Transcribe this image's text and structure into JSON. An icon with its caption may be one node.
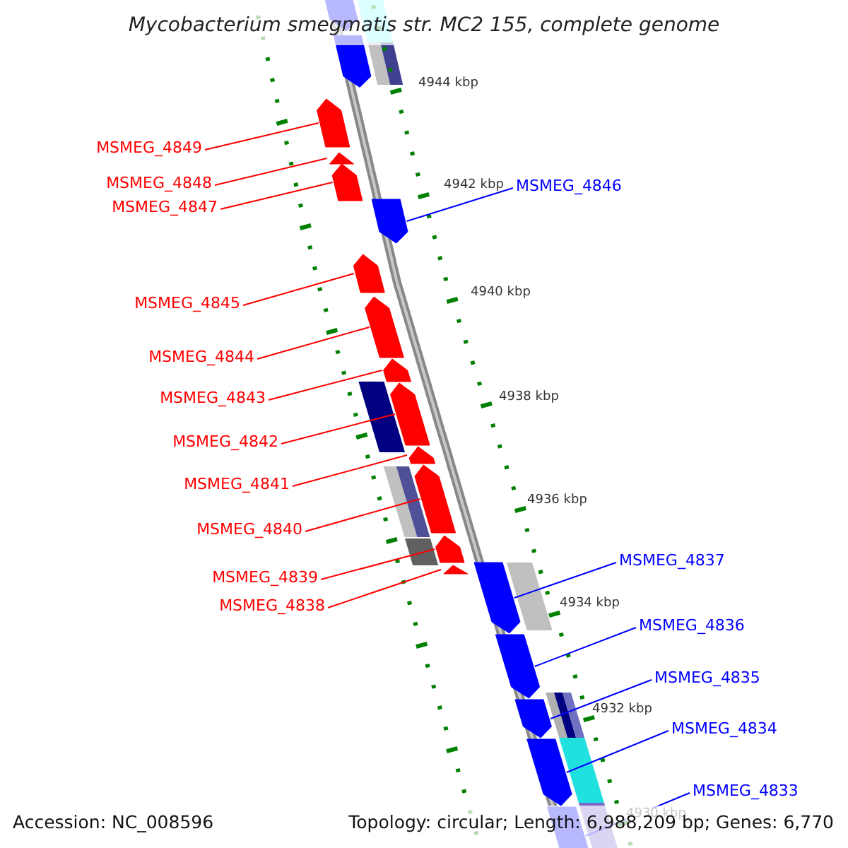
{
  "diagram": {
    "title": "Mycobacterium smegmatis str. MC2 155, complete genome",
    "nodes": [
      {
        "text": [
          "MSMEG_4849"
        ]
      },
      {
        "text": [
          "MSMEG_4848"
        ]
      },
      {
        "text": [
          "MSMEG_4847"
        ]
      },
      {
        "text": [
          "MSMEG_4845"
        ]
      },
      {
        "text": [
          "MSMEG_4844"
        ]
      },
      {
        "text": [
          "MSMEG_4843"
        ]
      },
      {
        "text": [
          "MSMEG_4842"
        ]
      },
      {
        "text": [
          "MSMEG_4841"
        ]
      },
      {
        "text": [
          "MSMEG_4840"
        ]
      },
      {
        "text": [
          "MSMEG_4839"
        ]
      },
      {
        "text": [
          "MSMEG_4838"
        ]
      },
      {
        "text": [
          "MSMEG_4846"
        ]
      },
      {
        "text": [
          "MSMEG_4837"
        ]
      },
      {
        "text": [
          "MSMEG_4836"
        ]
      },
      {
        "text": [
          "MSMEG_4835"
        ]
      },
      {
        "text": [
          "MSMEG_4834"
        ]
      },
      {
        "text": [
          "MSMEG_4833"
        ]
      },
      {
        "text": [],
        "shape": "arrow"
      },
      {
        "text": [],
        "shape": "arrow"
      },
      {
        "text": [],
        "shape": "arrow"
      },
      {
        "text": [],
        "shape": "arrow"
      },
      {
        "text": [],
        "shape": "arrow"
      },
      {
        "text": [],
        "shape": "arrow"
      },
      {
        "text": [],
        "shape": "arrow"
      },
      {
        "text": [],
        "shape": "arrow"
      },
      {
        "text": [],
        "shape": "arrow"
      },
      {
        "text": [],
        "shape": "arrow"
      },
      {
        "text": [],
        "shape": "arrow"
      },
      {
        "text": [],
        "shape": "arrow"
      },
      {
        "text": [],
        "shape": "arrow"
      },
      {
        "text": [],
        "shape": "arrow"
      },
      {
        "text": [],
        "shape": "arrow"
      },
      {
        "text": [],
        "shape": "arrow"
      },
      {
        "text": [],
        "shape": "arrow"
      }
    ],
    "edges": [
      {
        "from": 0,
        "to": 17,
        "arrow": "none"
      },
      {
        "from": 1,
        "to": 18,
        "arrow": "none"
      },
      {
        "from": 2,
        "to": 19,
        "arrow": "none"
      },
      {
        "from": 3,
        "to": 20,
        "arrow": "none"
      },
      {
        "from": 4,
        "to": 21,
        "arrow": "none"
      },
      {
        "from": 5,
        "to": 22,
        "arrow": "none"
      },
      {
        "from": 6,
        "to": 23,
        "arrow": "none"
      },
      {
        "from": 7,
        "to": 24,
        "arrow": "none"
      },
      {
        "from": 8,
        "to": 25,
        "arrow": "none"
      },
      {
        "from": 9,
        "to": 26,
        "arrow": "none"
      },
      {
        "from": 10,
        "to": 27,
        "arrow": "none"
      },
      {
        "from": 11,
        "to": 28,
        "arrow": "none",
        "color": "#0000ff"
      },
      {
        "from": 12,
        "to": 29,
        "arrow": "none",
        "color": "#0000ff"
      },
      {
        "from": 13,
        "to": 30,
        "arrow": "none",
        "color": "#0000ff"
      },
      {
        "from": 14,
        "to": 31,
        "arrow": "none",
        "color": "#0000ff"
      },
      {
        "from": 15,
        "to": 32,
        "arrow": "none",
        "color": "#0000ff"
      },
      {
        "from": 16,
        "to": 33,
        "arrow": "none",
        "color": "#0000ff"
      }
    ],
    "labels": [
      "4944 kbp",
      "4942 kbp",
      "4940 kbp",
      "4938 kbp",
      "4936 kbp",
      "4934 kbp",
      "4932 kbp",
      "4930 kbp",
      "Accession: NC_008596",
      "Topology: circular; Length: 6,988,209 bp; Genes: 6,770"
    ]
  }
}
